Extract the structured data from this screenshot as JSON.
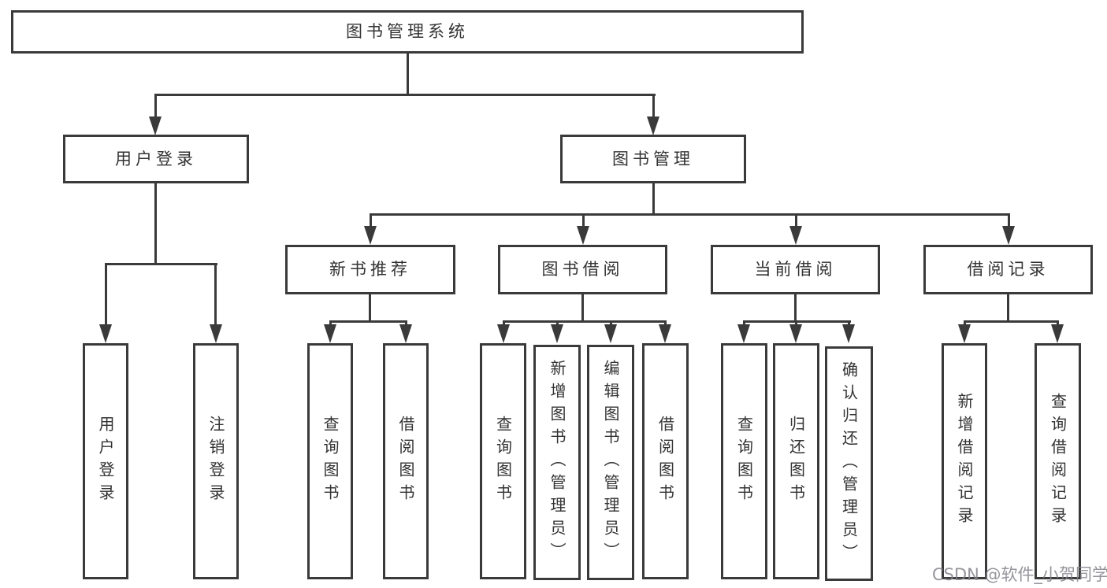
{
  "tree": {
    "root": "图书管理系统",
    "branches": [
      {
        "label": "用户登录",
        "children": [
          "用户登录",
          "注销登录"
        ]
      },
      {
        "label": "图书管理",
        "sections": [
          {
            "label": "新书推荐",
            "children": [
              "查询图书",
              "借阅图书"
            ]
          },
          {
            "label": "图书借阅",
            "children": [
              "查询图书",
              "新增图书（管理员）",
              "编辑图书（管理员）",
              "借阅图书"
            ]
          },
          {
            "label": "当前借阅",
            "children": [
              "查询图书",
              "归还图书",
              "确认归还（管理员）"
            ]
          },
          {
            "label": "借阅记录",
            "children": [
              "新增借阅记录",
              "查询借阅记录"
            ]
          }
        ]
      }
    ]
  },
  "watermark": "CSDN @软件_小贺同学",
  "colors": {
    "line": "#3a3a3a",
    "text": "#333333",
    "watermark": "#83838b",
    "canvas": "#ffffff"
  }
}
